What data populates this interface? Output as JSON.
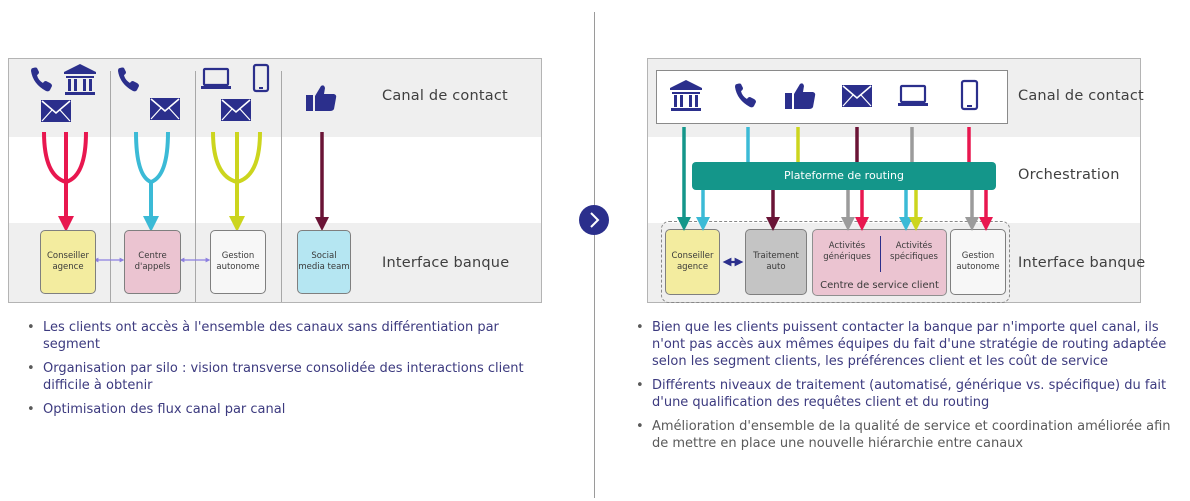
{
  "left": {
    "labels": {
      "contact": "Canal de contact",
      "interface": "Interface banque"
    },
    "boxes": {
      "conseiller": "Conseiller agence",
      "centre": "Centre d'appels",
      "gestion": "Gestion autonome",
      "social": "Social media team"
    },
    "bullets": [
      "Les clients ont accès à l'ensemble des canaux sans différentiation par segment",
      "Organisation par silo : vision transverse consolidée des interactions client difficile à obtenir",
      "Optimisation des flux canal par canal"
    ]
  },
  "right": {
    "labels": {
      "contact": "Canal de contact",
      "orchestration": "Orchestration",
      "interface": "Interface banque"
    },
    "routing": "Plateforme de routing",
    "boxes": {
      "conseiller": "Conseiller agence",
      "traitement": "Traitement auto",
      "generiques": "Activités génériques",
      "specifiques": "Activités spécifiques",
      "centre_service": "Centre de service client",
      "gestion": "Gestion autonome"
    },
    "bullets": [
      "Bien que les clients puissent contacter la banque par n'importe quel canal, ils n'ont pas accès aux mêmes équipes du fait d'une stratégie de routing adaptée selon les segment clients, les préférences client et les coût de service",
      "Différents niveaux de traitement (automatisé, générique vs. spécifique) du fait d'une qualification des requêtes client et du routing",
      "Amélioration d'ensemble de la qualité de service et coordination améliorée afin de mettre en place une nouvelle hiérarchie entre canaux"
    ]
  },
  "colors": {
    "red": "#e8174f",
    "cyan": "#3bbad6",
    "lime": "#ccd51e",
    "maroon": "#6a1436",
    "teal": "#14968a",
    "grey": "#9b9b9b",
    "navy": "#2b2f8c"
  },
  "icons": [
    "phone-icon",
    "bank-icon",
    "envelope-icon",
    "laptop-icon",
    "mobile-icon",
    "thumbs-up-icon",
    "chevron-right-icon"
  ]
}
